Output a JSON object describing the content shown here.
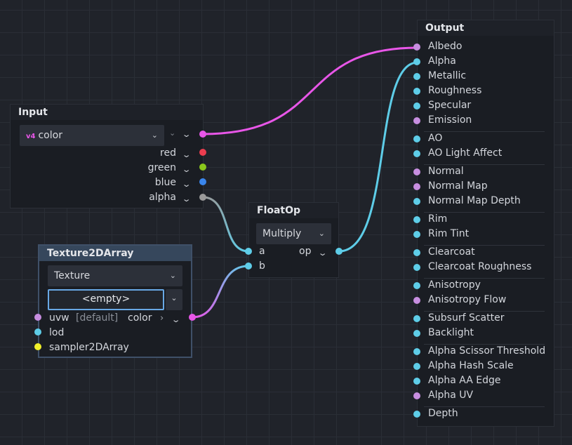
{
  "colors": {
    "vec4": "#e856e8",
    "float": "#5ecde8",
    "vec3": "#c78ee0",
    "sampler": "#f1f02a",
    "red": "#ec3d4f",
    "green": "#8bc81c",
    "blue": "#3a86ed",
    "alpha_grey": "#9a9a9a"
  },
  "input_node": {
    "title": "Input",
    "type_badge": "v4",
    "type_value": "color",
    "outputs": [
      "red",
      "green",
      "blue",
      "alpha"
    ]
  },
  "texture_node": {
    "title": "Texture2DArray",
    "mode_value": "Texture",
    "texture_value": "<empty>",
    "uvw_label": "uvw",
    "uvw_default": "[default]",
    "color_label": "color",
    "lod_label": "lod",
    "sampler_label": "sampler2DArray"
  },
  "floatop_node": {
    "title": "FloatOp",
    "operation": "Multiply",
    "input_a": "a",
    "input_b": "b",
    "output": "op"
  },
  "output_node": {
    "title": "Output",
    "inputs": [
      "Albedo",
      "Alpha",
      "Metallic",
      "Roughness",
      "Specular",
      "Emission",
      "AO",
      "AO Light Affect",
      "Normal",
      "Normal Map",
      "Normal Map Depth",
      "Rim",
      "Rim Tint",
      "Clearcoat",
      "Clearcoat Roughness",
      "Anisotropy",
      "Anisotropy Flow",
      "Subsurf Scatter",
      "Backlight",
      "Alpha Scissor Threshold",
      "Alpha Hash Scale",
      "Alpha AA Edge",
      "Alpha UV",
      "Depth"
    ]
  }
}
